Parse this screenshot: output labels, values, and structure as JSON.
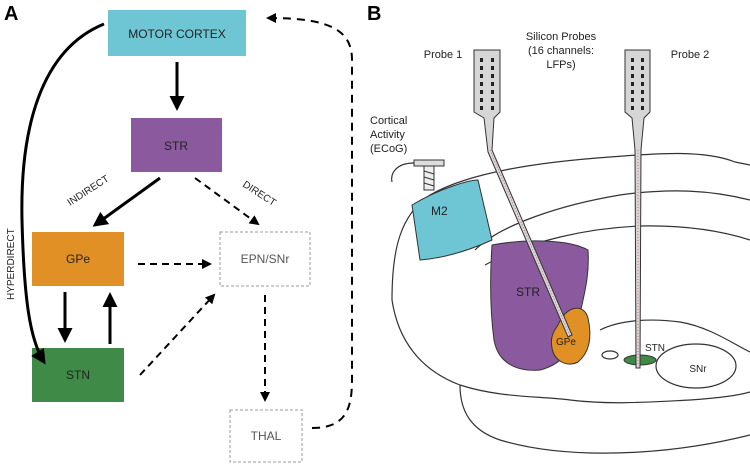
{
  "panels": {
    "a": "A",
    "b": "B"
  },
  "colors": {
    "motor_cortex": "#6ec6d4",
    "str": "#8b5a9e",
    "gpe": "#e09024",
    "stn": "#3f8a47",
    "m2": "#6ec6d4"
  },
  "circuit": {
    "motor_cortex": "MOTOR CORTEX",
    "str": "STR",
    "gpe": "GPe",
    "stn": "STN",
    "epn_snr": "EPN/SNr",
    "thal": "THAL",
    "indirect": "INDIRECT",
    "direct": "DIRECT",
    "hyperdirect": "HYPERDIRECT"
  },
  "brain": {
    "probe1": "Probe 1",
    "probe2": "Probe 2",
    "silicon_probes": [
      "Silicon Probes",
      "(16 channels:",
      "LFPs)"
    ],
    "cortical_activity": [
      "Cortical",
      "Activity",
      "(ECoG)"
    ],
    "m2": "M2",
    "str": "STR",
    "gpe": "GPe",
    "stn": "STN",
    "snr": "SNr"
  }
}
